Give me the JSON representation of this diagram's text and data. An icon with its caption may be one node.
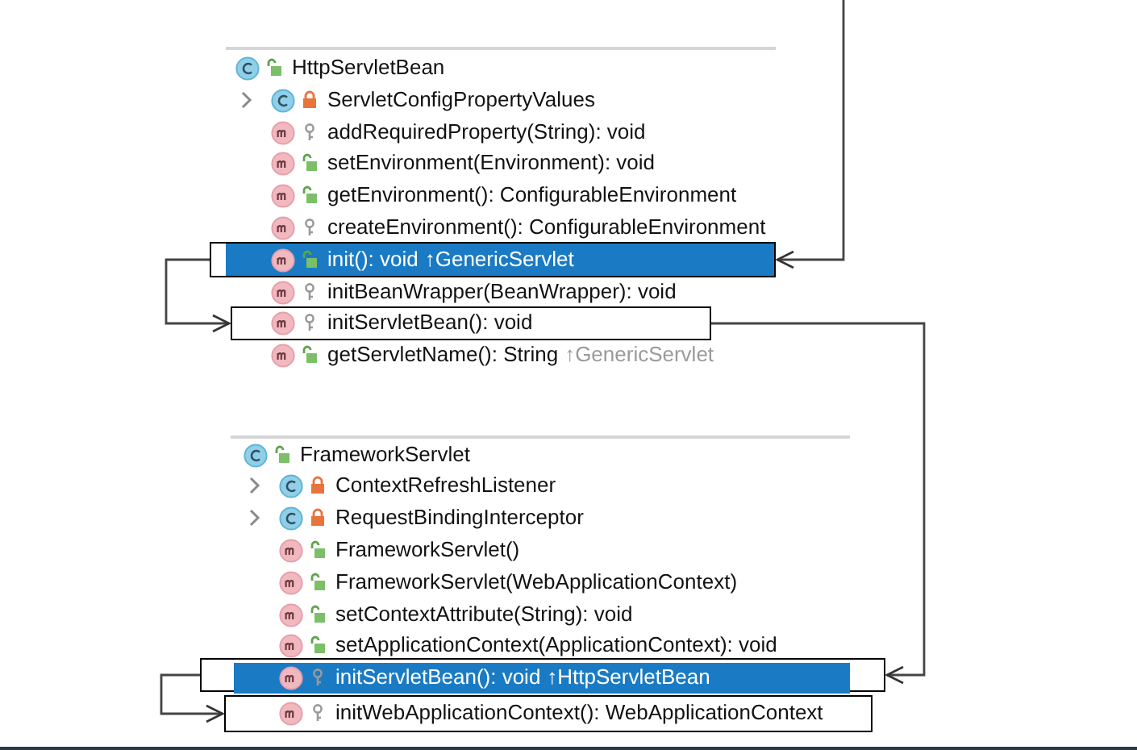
{
  "diagram": {
    "nodes": [
      {
        "text": [
          "init(): void",
          "↑GenericServlet"
        ]
      },
      {
        "text": [
          "initServletBean(): void"
        ]
      },
      {
        "text": [
          "initServletBean(): void",
          "↑HttpServletBean"
        ]
      },
      {
        "text": [
          "initWebApplicationContext(): WebApplicationContext"
        ]
      }
    ],
    "edges": [
      {
        "from": null,
        "to": 0,
        "arrow": "to"
      },
      {
        "from": 0,
        "to": 1,
        "arrow": "to"
      },
      {
        "from": 1,
        "to": 2,
        "arrow": "to"
      },
      {
        "from": 2,
        "to": 3,
        "arrow": "to"
      }
    ],
    "labels": [
      "HttpServletBean",
      "ServletConfigPropertyValues",
      "addRequiredProperty(String): void",
      "setEnvironment(Environment): void",
      "getEnvironment(): ConfigurableEnvironment",
      "createEnvironment(): ConfigurableEnvironment",
      "initBeanWrapper(BeanWrapper): void",
      "getServletName(): String",
      "↑GenericServlet",
      "FrameworkServlet",
      "ContextRefreshListener",
      "RequestBindingInterceptor",
      "FrameworkServlet()",
      "FrameworkServlet(WebApplicationContext)",
      "setContextAttribute(String): void",
      "setApplicationContext(ApplicationContext): void"
    ]
  }
}
